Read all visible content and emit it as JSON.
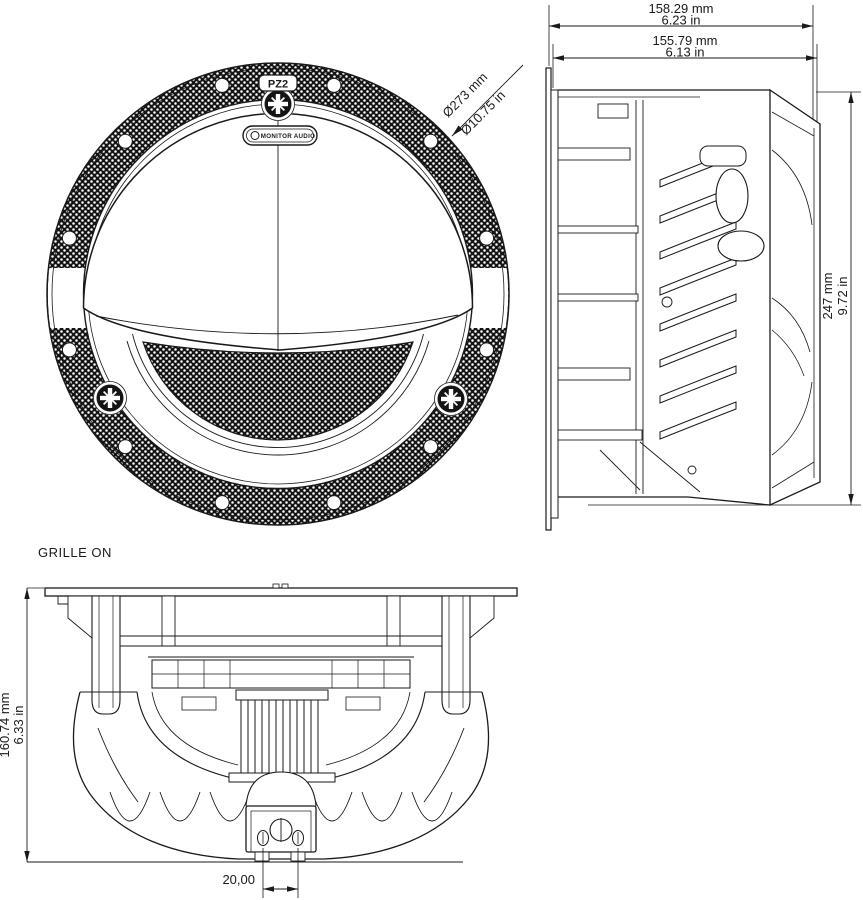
{
  "drawing": {
    "front": {
      "screw_note": "PZ2",
      "badge": "MONITOR AUDIO",
      "diameter_mm": "Ø273 mm",
      "diameter_in": "Ø10.75 in",
      "caption": "GRILLE ON"
    },
    "side": {
      "overall_depth_mm": "158.29 mm",
      "overall_depth_in": "6.23 in",
      "recess_depth_mm": "155.79 mm",
      "recess_depth_in": "6.13 in",
      "height_mm": "247 mm",
      "height_in": "9.72 in"
    },
    "bottom": {
      "height_mm": "160.74 mm",
      "height_in": "6.33 in",
      "terminal_pitch": "20,00"
    },
    "colors": {
      "line": "#1a1a1a",
      "background": "#ffffff"
    }
  }
}
